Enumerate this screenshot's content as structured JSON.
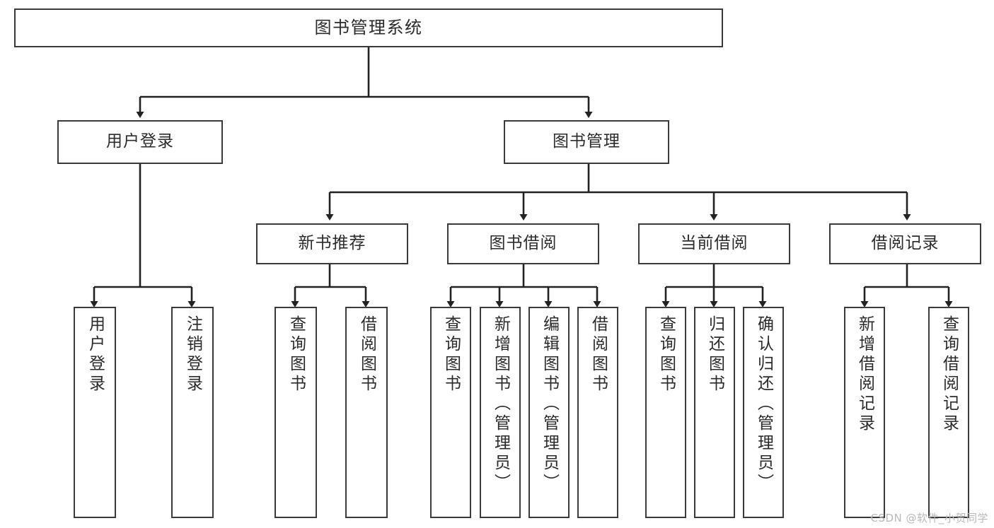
{
  "diagram": {
    "type": "tree",
    "title": "图书管理系统",
    "orientation": "top-down",
    "edge_style": "orthogonal-arrow",
    "colors": {
      "box_border": "#3a3a3a",
      "box_fill": "#ffffff",
      "edge": "#222222",
      "text": "#2b2b2b",
      "background": "#ffffff",
      "watermark": "#b9b9b9"
    },
    "nodes": {
      "root": {
        "label": "图书管理系统"
      },
      "level2": [
        {
          "id": "user-login",
          "label": "用户登录"
        },
        {
          "id": "book-management",
          "label": "图书管理"
        }
      ],
      "level3": [
        {
          "id": "new-book-recommend",
          "label": "新书推荐"
        },
        {
          "id": "book-borrow",
          "label": "图书借阅"
        },
        {
          "id": "current-borrow",
          "label": "当前借阅"
        },
        {
          "id": "borrow-record",
          "label": "借阅记录"
        }
      ],
      "leaves": {
        "user_login": [
          {
            "id": "leaf-user-login",
            "label": "用户登录"
          },
          {
            "id": "leaf-logout-login",
            "label": "注销登录"
          }
        ],
        "new_book_recommend": [
          {
            "id": "leaf-query-book-1",
            "label": "查询图书"
          },
          {
            "id": "leaf-borrow-book-1",
            "label": "借阅图书"
          }
        ],
        "book_borrow": [
          {
            "id": "leaf-query-book-2",
            "label": "查询图书"
          },
          {
            "id": "leaf-add-book",
            "label": "新增图书（管理员）"
          },
          {
            "id": "leaf-edit-book",
            "label": "编辑图书（管理员）"
          },
          {
            "id": "leaf-borrow-book-2",
            "label": "借阅图书"
          }
        ],
        "current_borrow": [
          {
            "id": "leaf-query-book-3",
            "label": "查询图书"
          },
          {
            "id": "leaf-return-book",
            "label": "归还图书"
          },
          {
            "id": "leaf-confirm-return",
            "label": "确认归还（管理员）"
          }
        ],
        "borrow_record": [
          {
            "id": "leaf-add-borrow-record",
            "label": "新增借阅记录"
          },
          {
            "id": "leaf-query-borrow-record",
            "label": "查询借阅记录"
          }
        ]
      }
    }
  },
  "watermark": {
    "text": "CSDN @软件_小贺同学"
  }
}
